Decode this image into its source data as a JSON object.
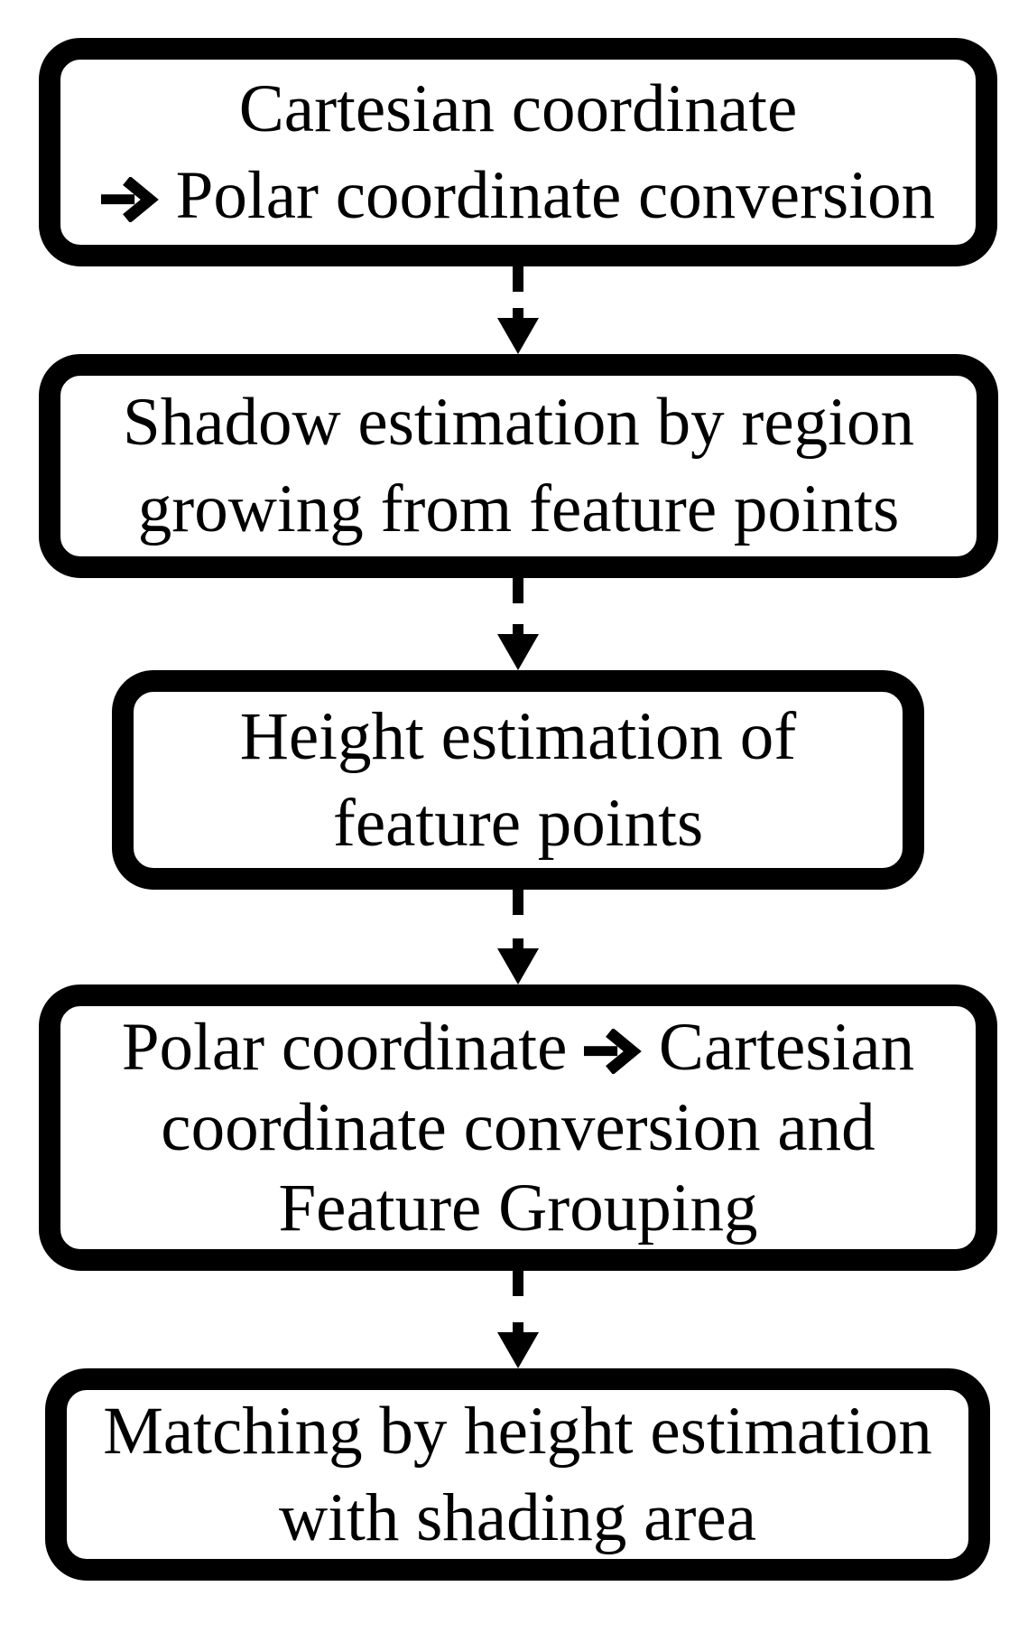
{
  "diagram": {
    "type": "flowchart",
    "direction": "top-down",
    "background_color": "#ffffff",
    "line_color": "#000000",
    "node_fill_color": "#ffffff",
    "nodes": [
      {
        "id": "step-1",
        "lines": [
          "Cartesian coordinate",
          "→ Polar coordinate conversion"
        ]
      },
      {
        "id": "step-2",
        "lines": [
          "Shadow estimation by region",
          "growing from feature points"
        ]
      },
      {
        "id": "step-3",
        "lines": [
          "Height estimation of",
          "feature points"
        ]
      },
      {
        "id": "step-4",
        "lines": [
          "Polar coordinate → Cartesian",
          "coordinate conversion and",
          "Feature Grouping"
        ]
      },
      {
        "id": "step-5",
        "lines": [
          "Matching by height estimation",
          "with shading area"
        ]
      }
    ],
    "connectors": [
      {
        "from": "step-1",
        "to": "step-2",
        "style": "dashed",
        "arrowhead": "solid-triangle"
      },
      {
        "from": "step-2",
        "to": "step-3",
        "style": "dashed",
        "arrowhead": "solid-triangle"
      },
      {
        "from": "step-3",
        "to": "step-4",
        "style": "dashed",
        "arrowhead": "solid-triangle"
      },
      {
        "from": "step-4",
        "to": "step-5",
        "style": "dashed",
        "arrowhead": "solid-triangle"
      }
    ]
  }
}
